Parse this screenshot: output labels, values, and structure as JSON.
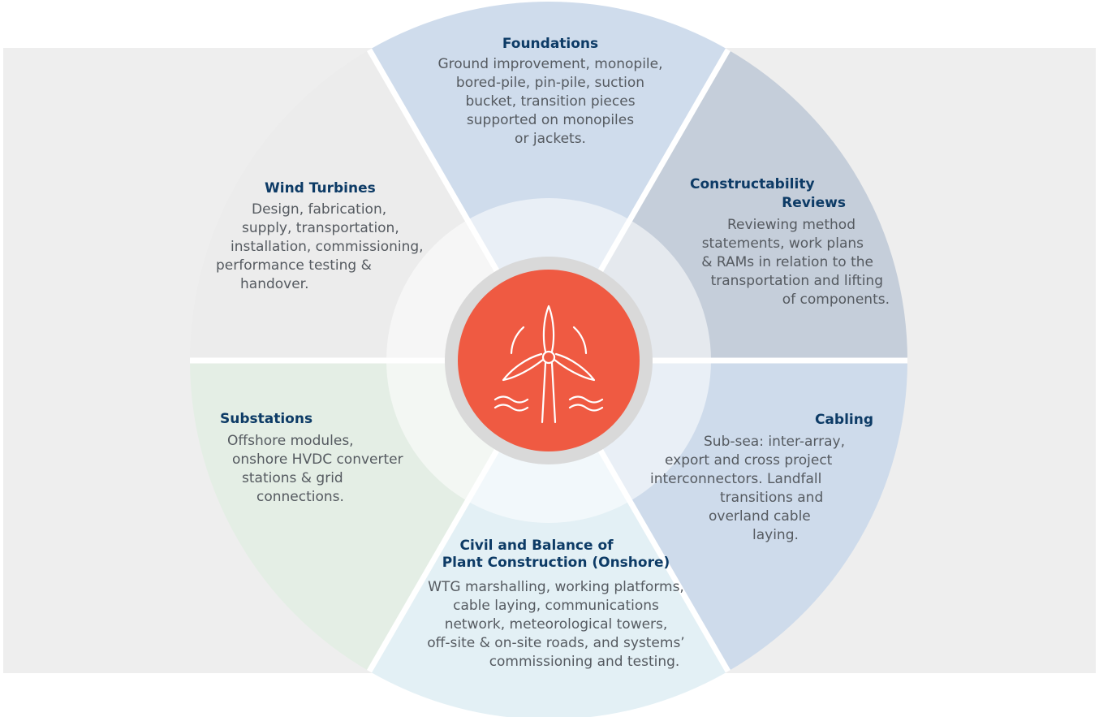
{
  "colors": {
    "background_band": "#eeeeee",
    "center": "#ef5a42",
    "center_ring": "#d9d9d9",
    "title": "#0d3b66",
    "body_text": "#555a60",
    "foundations": "#cfdcec",
    "constructability": "#c5ceda",
    "cabling": "#cedbeb",
    "civil": "#e3f0f5",
    "substations": "#e4eee5",
    "wind_turbines": "#ececec"
  },
  "center_icon": "wind-turbine-icon",
  "segments": {
    "foundations": {
      "title": "Foundations",
      "lines": [
        "Ground improvement, monopile,",
        "bored-pile, pin-pile, suction",
        "bucket, transition pieces",
        "supported on monopiles",
        "or jackets."
      ]
    },
    "constructability": {
      "title_lines": [
        "Constructability",
        "Reviews"
      ],
      "lines": [
        "Reviewing method",
        "statements, work plans",
        "& RAMs in relation to the",
        "transportation and lifting",
        "of components."
      ]
    },
    "cabling": {
      "title": "Cabling",
      "lines": [
        "Sub-sea: inter-array,",
        "export and cross project",
        "interconnectors. Landfall",
        "transitions and",
        "overland cable",
        "laying."
      ]
    },
    "civil": {
      "title_lines": [
        "Civil and Balance of",
        "Plant Construction (Onshore)"
      ],
      "lines": [
        "WTG marshalling, working platforms,",
        "cable laying, communications",
        "network, meteorological towers,",
        "off-site & on-site roads, and systems’",
        "commissioning and testing."
      ]
    },
    "substations": {
      "title": "Substations",
      "lines": [
        "Offshore modules,",
        "onshore HVDC converter",
        "stations & grid",
        "connections."
      ]
    },
    "wind_turbines": {
      "title": "Wind Turbines",
      "lines": [
        "Design, fabrication,",
        "supply, transportation,",
        "installation, commissioning,",
        "performance testing &",
        "handover."
      ]
    }
  }
}
